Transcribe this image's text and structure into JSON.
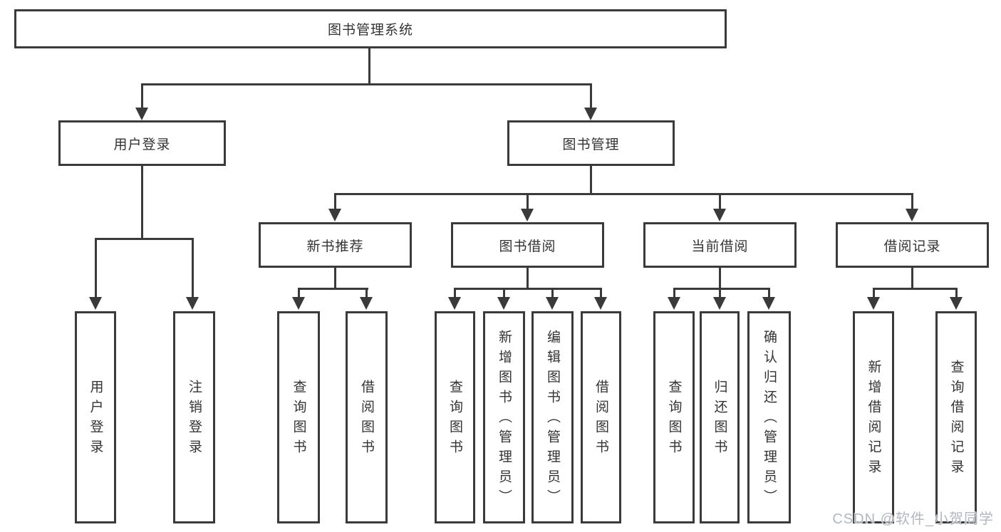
{
  "diagram": {
    "root": {
      "label": "图书管理系统",
      "children": [
        {
          "label": "用户登录",
          "children": [
            {
              "label": "用户登录"
            },
            {
              "label": "注销登录"
            }
          ]
        },
        {
          "label": "图书管理",
          "children": [
            {
              "label": "新书推荐",
              "children": [
                {
                  "label": "查询图书"
                },
                {
                  "label": "借阅图书"
                }
              ]
            },
            {
              "label": "图书借阅",
              "children": [
                {
                  "label": "查询图书"
                },
                {
                  "label": "新增图书（管理员）"
                },
                {
                  "label": "编辑图书（管理员）"
                },
                {
                  "label": "借阅图书"
                }
              ]
            },
            {
              "label": "当前借阅",
              "children": [
                {
                  "label": "查询图书"
                },
                {
                  "label": "归还图书"
                },
                {
                  "label": "确认归还（管理员）"
                }
              ]
            },
            {
              "label": "借阅记录",
              "children": [
                {
                  "label": "新增借阅记录"
                },
                {
                  "label": "查询借阅记录"
                }
              ]
            }
          ]
        }
      ]
    }
  },
  "watermark": {
    "text": "CSDN @软件_小贺同学"
  },
  "colors": {
    "line": "#3a3a3a",
    "text": "#333333",
    "box_background": "#ffffff",
    "page_background": "#ffffff",
    "watermark": "#afb3bb"
  }
}
